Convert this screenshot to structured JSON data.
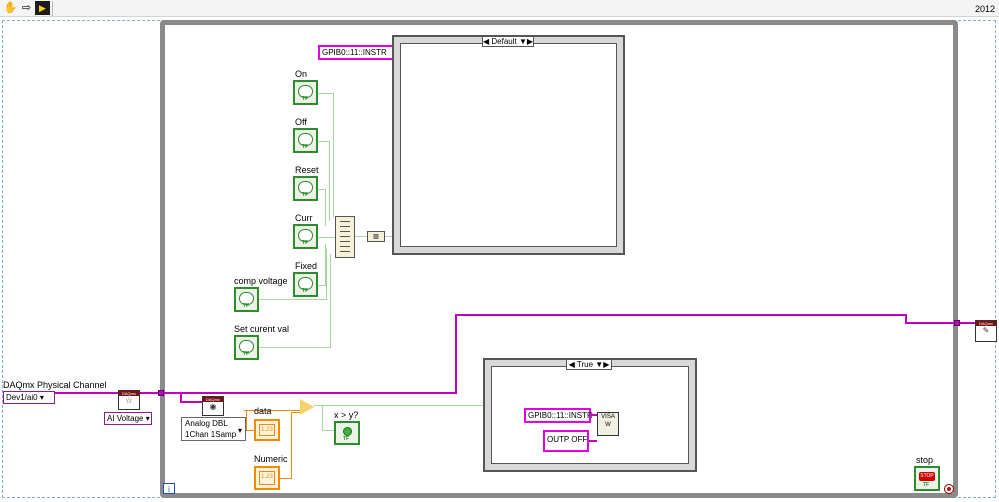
{
  "toolbar": {
    "version": "2012",
    "icons": [
      "hand-icon",
      "arrow-right-icon",
      "run-icon"
    ]
  },
  "controls": {
    "buttons": [
      {
        "label": "On"
      },
      {
        "label": "Off"
      },
      {
        "label": "Reset"
      },
      {
        "label": "Curr"
      },
      {
        "label": "Fixed"
      },
      {
        "label": "comp voltage"
      },
      {
        "label": "Set curent val"
      }
    ],
    "gpib_top": "GPIB0::11::INSTR",
    "gpib_bottom": "GPIB0::11::INSTR",
    "outp": "OUTP OFF",
    "case_default": "Default",
    "case_true": "True",
    "daqmx_label": "DAQmx Physical Channel",
    "daqmx_value": "Dev1/ai0",
    "ai_voltage": "AI Voltage",
    "analog_line1": "Analog DBL",
    "analog_line2": "1Chan 1Samp",
    "data_label": "data",
    "numeric_label": "Numeric",
    "compare_label": "x > y?",
    "stop_label": "stop",
    "stop_text": "STOP",
    "loop_info": "i",
    "num_text": "1.23",
    "tf_text": "TF"
  },
  "colors": {
    "boolean": "#2e8b2e",
    "string": "#e000e0",
    "numeric": "#f08a00",
    "wire": "#c000c0",
    "daqmx": "#7a1010"
  }
}
